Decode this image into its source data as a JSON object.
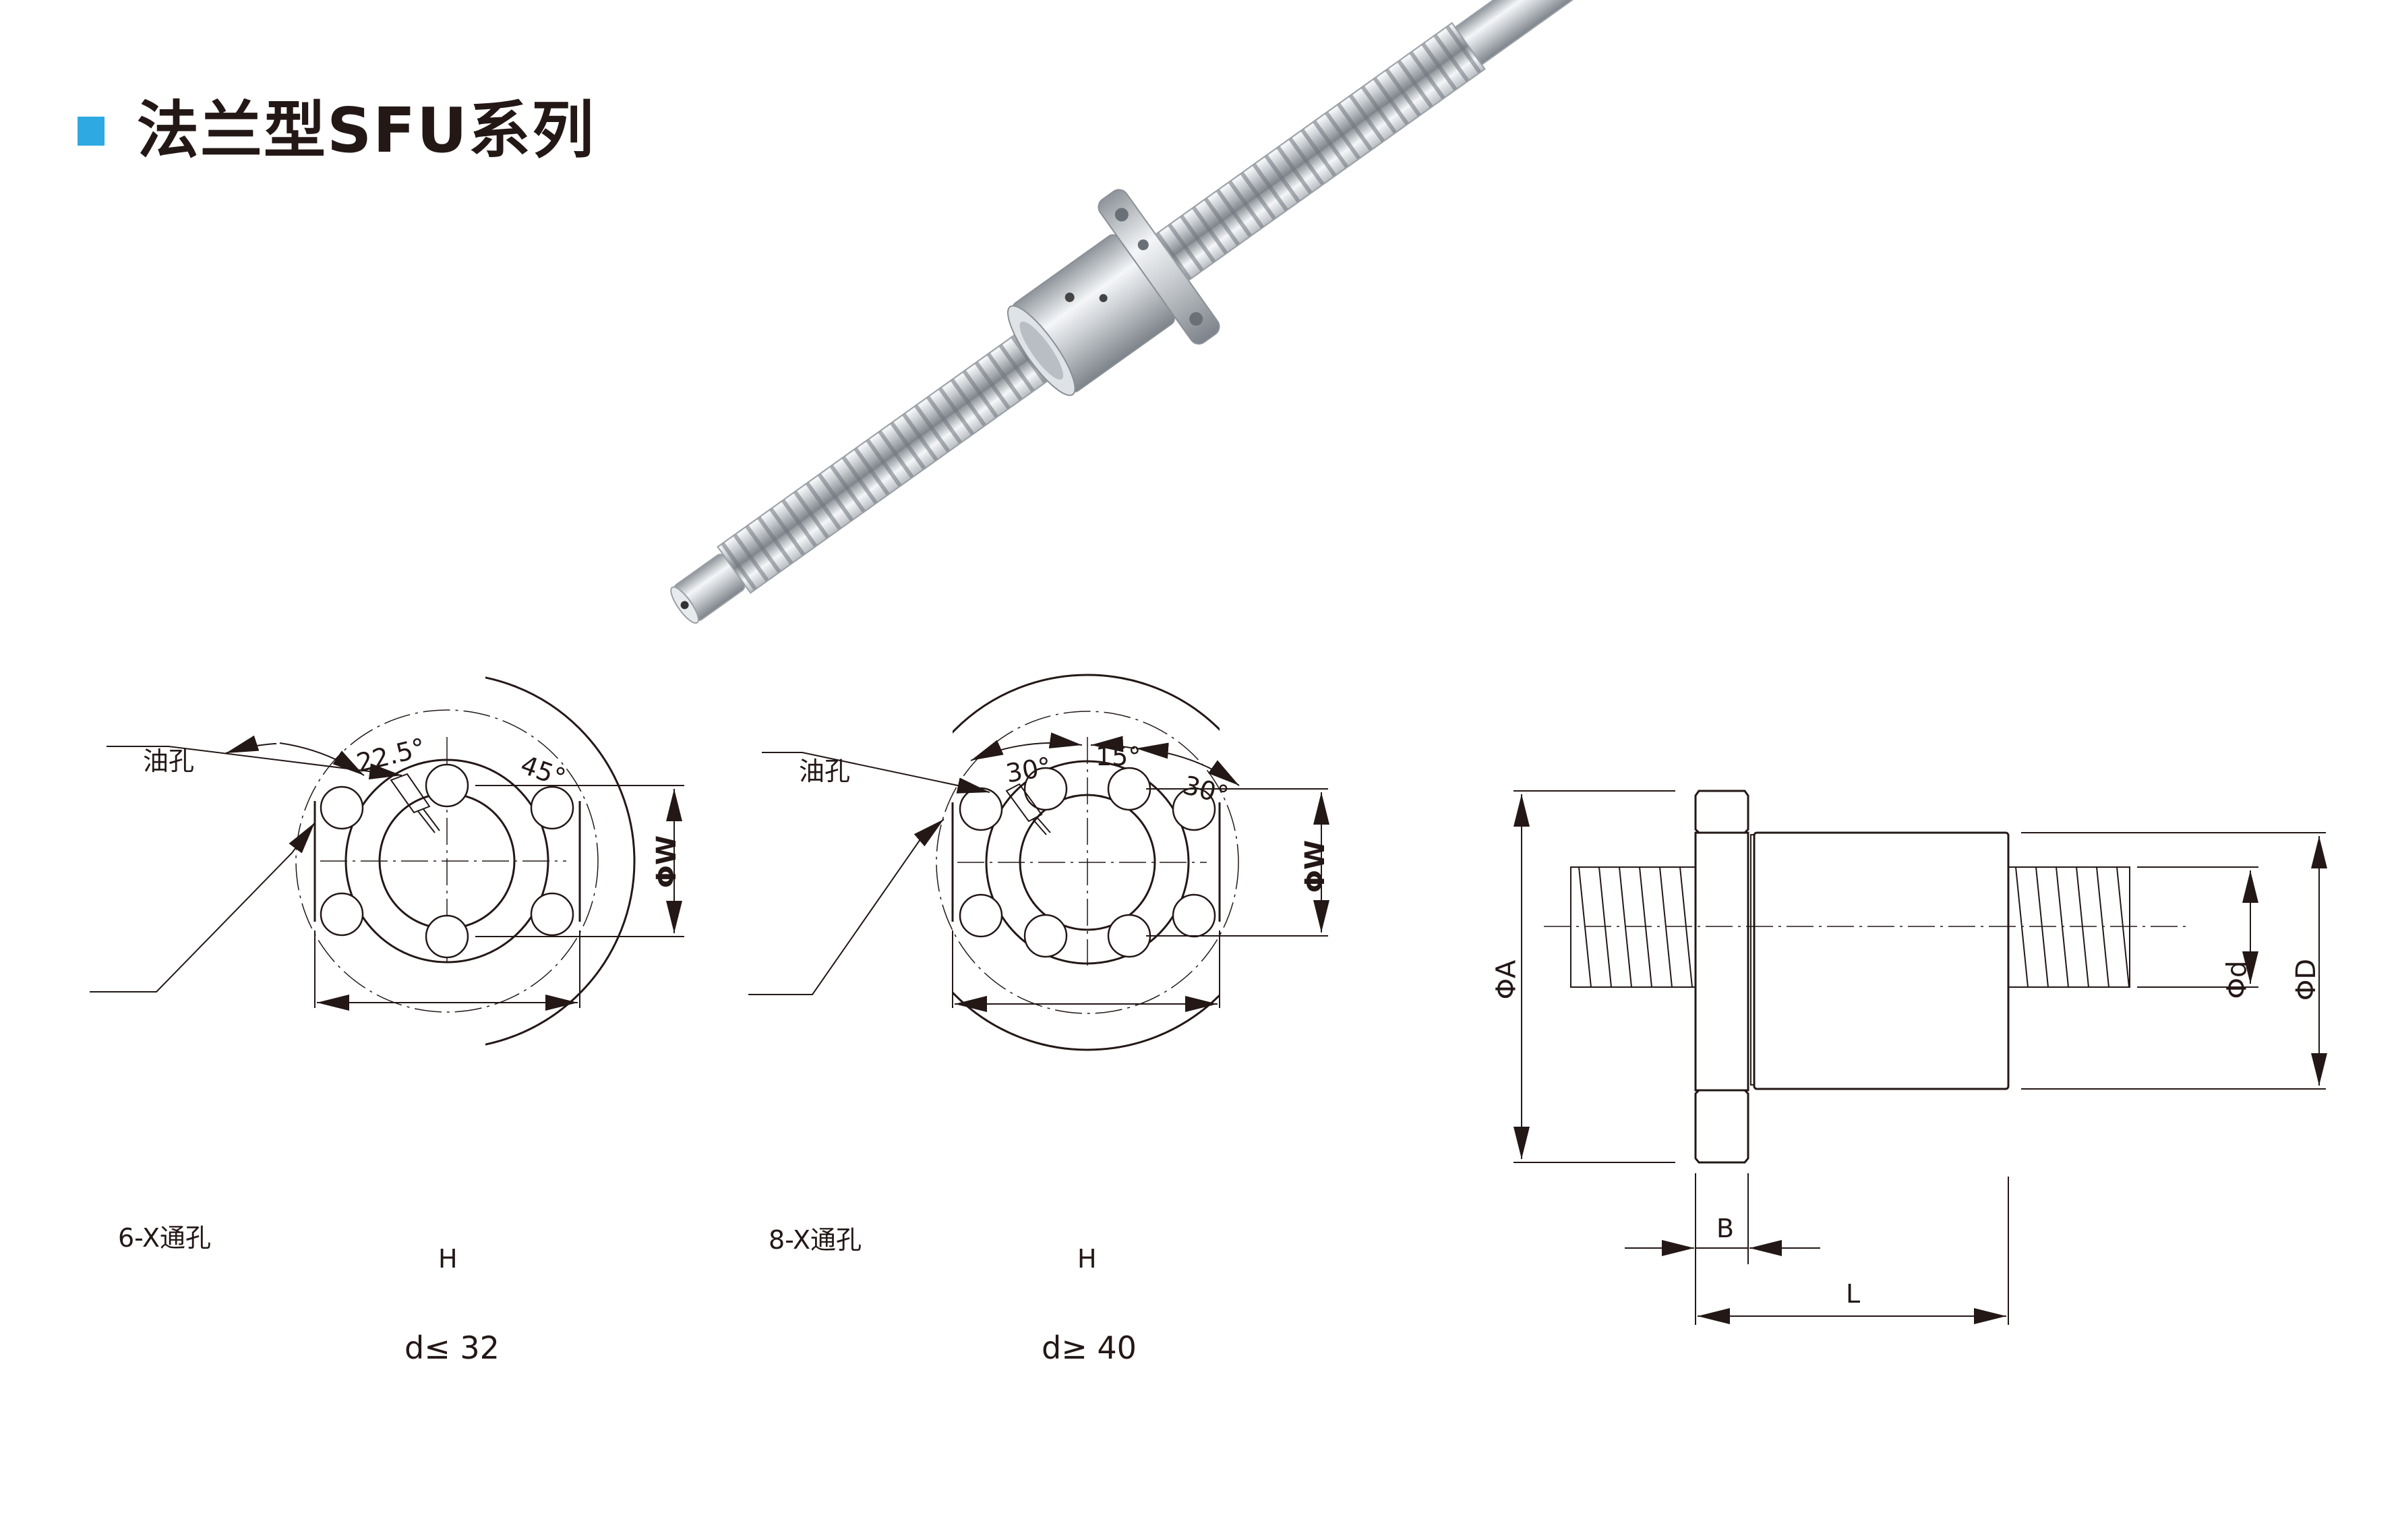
{
  "header": {
    "title": "法兰型SFU系列",
    "accent_color": "#2ea9e1",
    "title_color": "#231816"
  },
  "product_photo": {
    "description": "Ball screw with SFU flange nut",
    "color": "#c8ccd0"
  },
  "drawing_small": {
    "oil_hole_label": "油孔",
    "angle_left": "22.5°",
    "angle_right": "45°",
    "width_label": "ΦW",
    "height_label": "H",
    "through_hole_label": "6-X通孔",
    "caption": "d≤ 32"
  },
  "drawing_large": {
    "oil_hole_label": "油孔",
    "angle_left": "30°",
    "angle_mid": "15°",
    "angle_right": "30°",
    "width_label": "ΦW",
    "height_label": "H",
    "through_hole_label": "8-X通孔",
    "caption": "d≥ 40"
  },
  "drawing_side": {
    "flange_dia_label": "ΦA",
    "body_dia_label": "ΦD",
    "screw_dia_label": "Φd",
    "flange_thickness_label": "B",
    "length_label": "L"
  }
}
